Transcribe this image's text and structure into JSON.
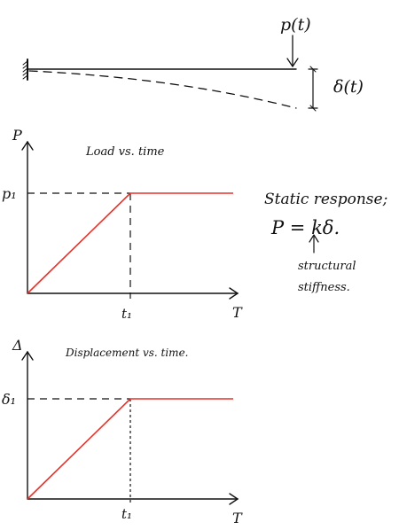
{
  "beam": {
    "load_label": "p(t)",
    "deflection_label": "δ(t)"
  },
  "note": {
    "line1": "Static response;",
    "line2": "P = kδ.",
    "line3": "structural",
    "line4": "stiffness."
  },
  "colors": {
    "ink": "#111111",
    "response": "#e8322b"
  },
  "chart_data": [
    {
      "type": "line",
      "title": "Load vs. time",
      "ylabel": "P",
      "xlabel": "T",
      "x_tick_labels": [
        "t₁"
      ],
      "y_tick_labels": [
        "p₁"
      ],
      "series": [
        {
          "x": [
            0,
            1,
            2.0
          ],
          "y": [
            0,
            1,
            1
          ]
        }
      ],
      "xlim": [
        0,
        2.0
      ],
      "ylim": [
        0,
        1.3
      ]
    },
    {
      "type": "line",
      "title": "Displacement vs. time.",
      "ylabel": "Δ",
      "xlabel": "T",
      "x_tick_labels": [
        "t₁"
      ],
      "y_tick_labels": [
        "δ₁"
      ],
      "series": [
        {
          "x": [
            0,
            1,
            2.0
          ],
          "y": [
            0,
            1,
            1
          ]
        }
      ],
      "xlim": [
        0,
        2.0
      ],
      "ylim": [
        0,
        1.4
      ]
    }
  ]
}
